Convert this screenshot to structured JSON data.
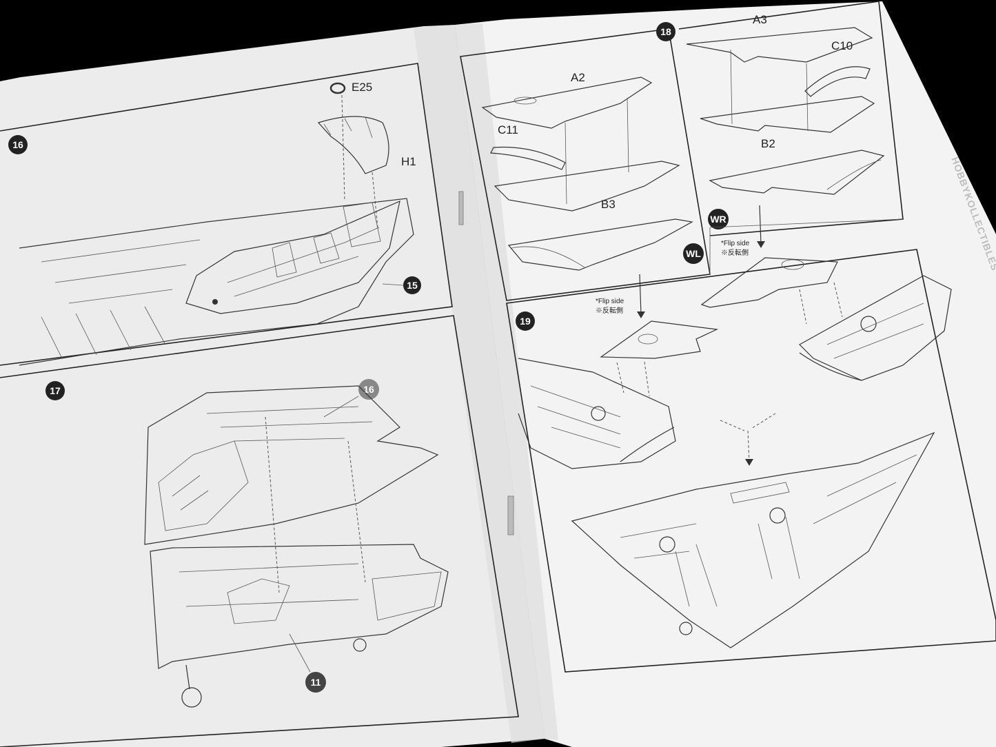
{
  "steps": {
    "s16": {
      "number": "16",
      "parts": [
        "E25",
        "H1"
      ],
      "ref": "15"
    },
    "s17": {
      "number": "17",
      "refs": [
        "16",
        "11"
      ]
    },
    "s18": {
      "number": "18",
      "parts": [
        "A3",
        "C10",
        "A2",
        "C11",
        "B2",
        "B3"
      ],
      "markers": [
        "WR",
        "WL"
      ]
    },
    "s19": {
      "number": "19"
    }
  },
  "notes": {
    "flip_en": "*Flip side",
    "flip_jp": "※反転側"
  },
  "watermark": "HOBBYKOLLECTIBLES"
}
